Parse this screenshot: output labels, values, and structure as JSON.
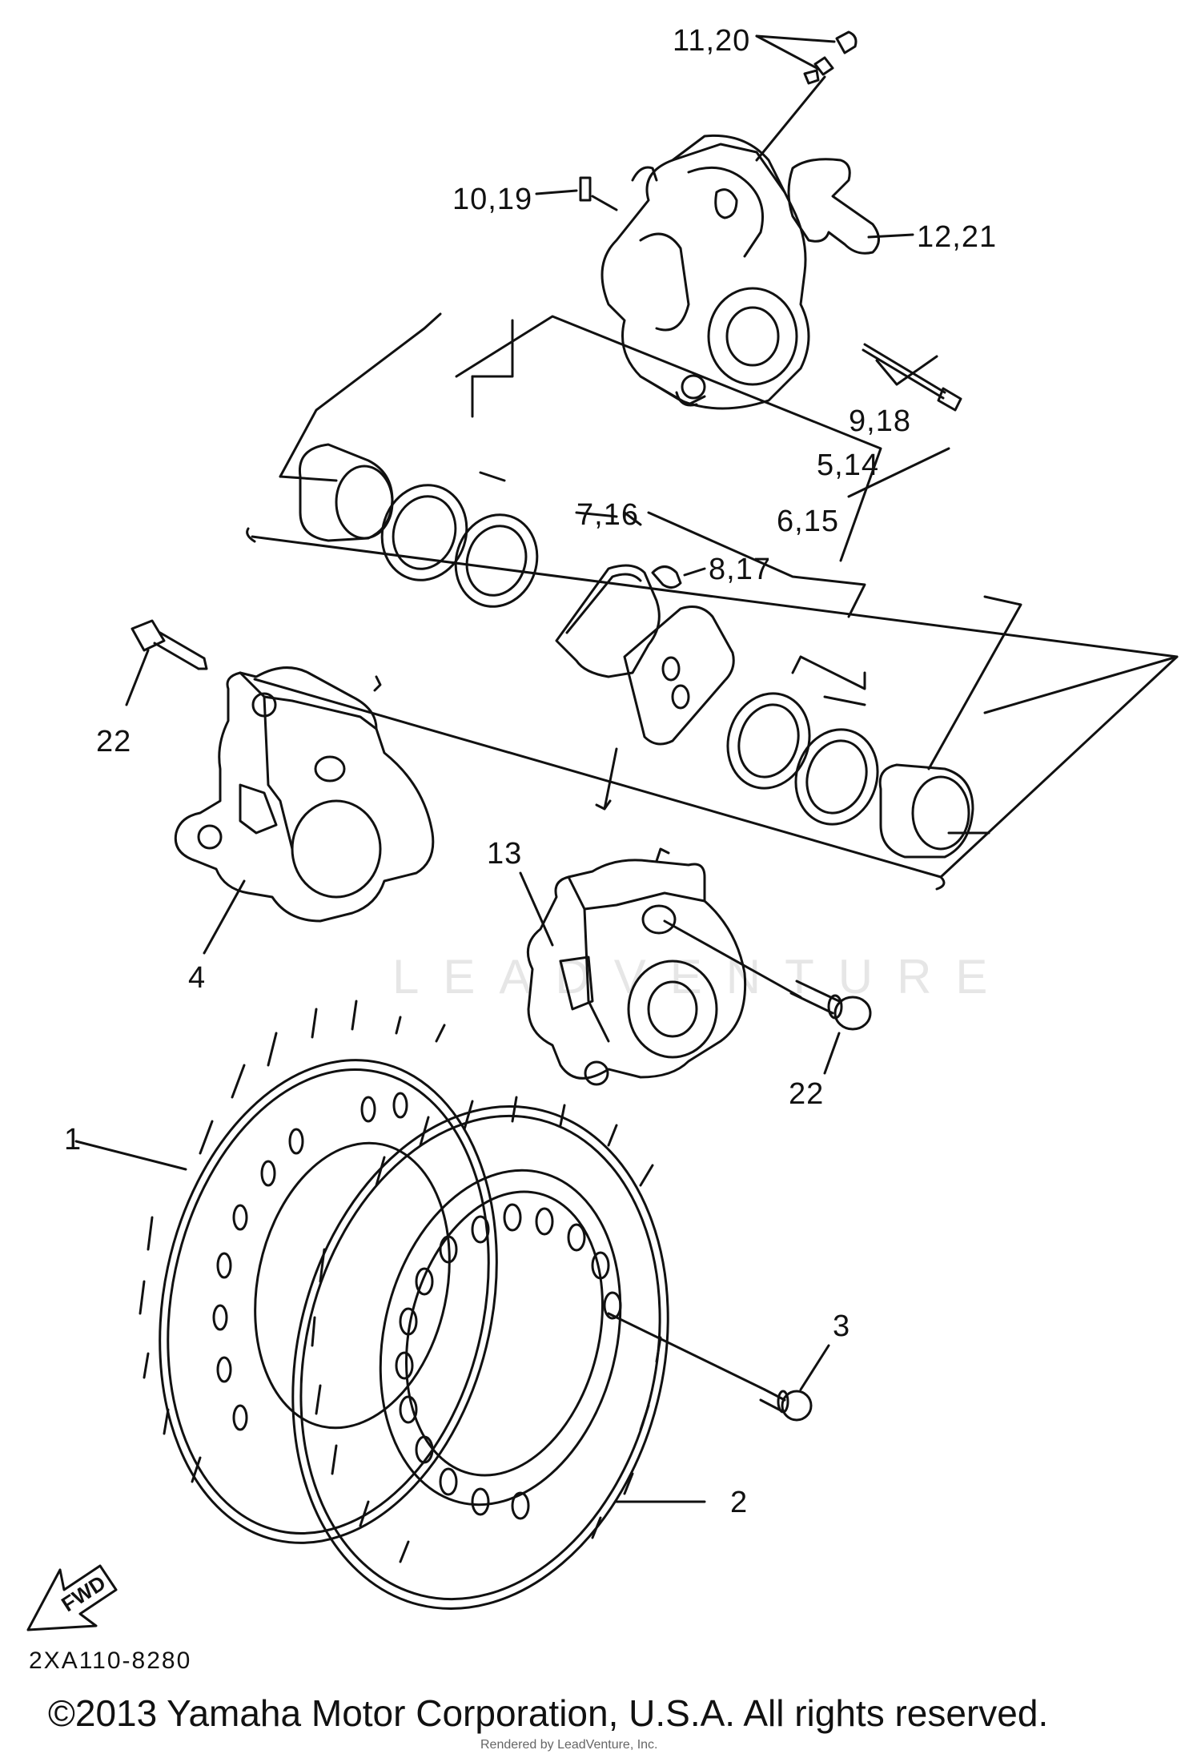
{
  "diagram": {
    "labels": [
      {
        "id": "p11_20",
        "text": "11,20"
      },
      {
        "id": "p10_19",
        "text": "10,19"
      },
      {
        "id": "p12_21",
        "text": "12,21"
      },
      {
        "id": "p9_18",
        "text": "9,18"
      },
      {
        "id": "p5_14",
        "text": "5,14"
      },
      {
        "id": "p6_15",
        "text": "6,15"
      },
      {
        "id": "p7_16",
        "text": "7,16"
      },
      {
        "id": "p8_17",
        "text": "8,17"
      },
      {
        "id": "p22a",
        "text": "22"
      },
      {
        "id": "p13",
        "text": "13"
      },
      {
        "id": "p4",
        "text": "4"
      },
      {
        "id": "p22b",
        "text": "22"
      },
      {
        "id": "p1",
        "text": "1"
      },
      {
        "id": "p3",
        "text": "3"
      },
      {
        "id": "p2",
        "text": "2"
      }
    ],
    "fwd_arrow_text": "FWD",
    "diagram_code": "2XA110-8280",
    "watermark": "LEADVENTURE",
    "copyright": "©2013 Yamaha Motor Corporation, U.S.A. All rights reserved.",
    "rendered_by": "Rendered by LeadVenture, Inc."
  }
}
